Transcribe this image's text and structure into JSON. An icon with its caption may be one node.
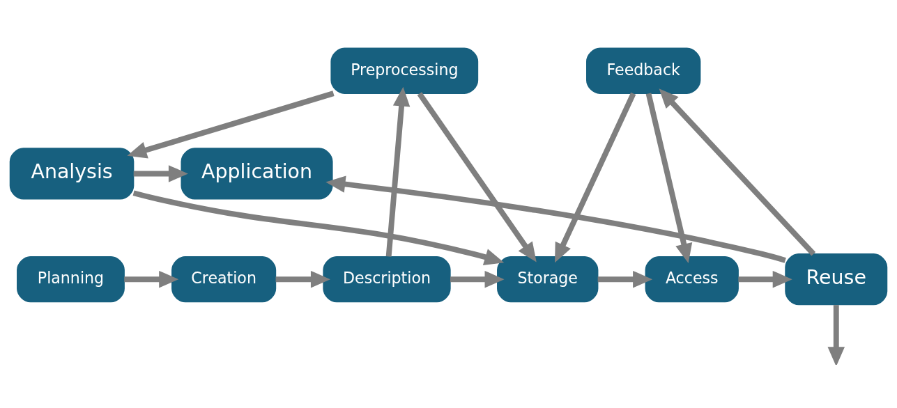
{
  "diagram": {
    "nodes": [
      {
        "text": [
          "Analysis"
        ]
      },
      {
        "text": [
          "Application"
        ]
      },
      {
        "text": [
          "Preprocessing"
        ]
      },
      {
        "text": [
          "Feedback"
        ]
      },
      {
        "text": [
          "Planning"
        ]
      },
      {
        "text": [
          "Creation"
        ]
      },
      {
        "text": [
          "Description"
        ]
      },
      {
        "text": [
          "Storage"
        ]
      },
      {
        "text": [
          "Access"
        ]
      },
      {
        "text": [
          "Reuse"
        ]
      }
    ],
    "edges": [
      {
        "from": 4,
        "to": 5,
        "arrow": "to"
      },
      {
        "from": 5,
        "to": 6,
        "arrow": "to"
      },
      {
        "from": 6,
        "to": 7,
        "arrow": "to"
      },
      {
        "from": 7,
        "to": 8,
        "arrow": "to"
      },
      {
        "from": 8,
        "to": 9,
        "arrow": "to"
      },
      {
        "from": 6,
        "to": 2,
        "arrow": "to"
      },
      {
        "from": 2,
        "to": 0,
        "arrow": "to"
      },
      {
        "from": 0,
        "to": 1,
        "arrow": "to"
      },
      {
        "from": 0,
        "to": 7,
        "arrow": "to"
      },
      {
        "from": 2,
        "to": 7,
        "arrow": "to"
      },
      {
        "from": 3,
        "to": 7,
        "arrow": "to"
      },
      {
        "from": 3,
        "to": 8,
        "arrow": "to"
      },
      {
        "from": 9,
        "to": 1,
        "arrow": "to"
      },
      {
        "from": 9,
        "to": 3,
        "arrow": "to"
      },
      {
        "from": 9,
        "to": null,
        "arrow": "to"
      }
    ]
  }
}
